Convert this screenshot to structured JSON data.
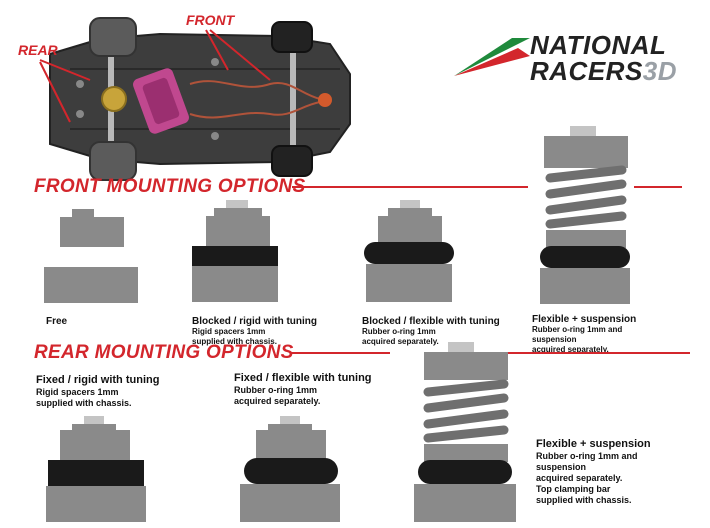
{
  "labels": {
    "front": "FRONT",
    "rear": "REAR"
  },
  "logo": {
    "line1": "NATIONAL",
    "line2_main": "RACERS",
    "line2_suffix": "3D",
    "colors": {
      "green": "#1f8a3c",
      "red": "#d3262c",
      "dark": "#222222",
      "gray": "#9aa0a6"
    }
  },
  "front_section": {
    "heading": "FRONT MOUNTING OPTIONS",
    "options": [
      {
        "title": "Free",
        "desc": []
      },
      {
        "title": "Blocked / rigid with tuning",
        "desc": [
          "Rigid spacers 1mm",
          "supplied with chassis."
        ]
      },
      {
        "title": "Blocked / flexible with tuning",
        "desc": [
          "Rubber o-ring 1mm",
          "acquired separately."
        ]
      },
      {
        "title": "Flexible + suspension",
        "desc": [
          "Rubber o-ring 1mm and",
          "suspension",
          "acquired separately."
        ]
      }
    ]
  },
  "rear_section": {
    "heading": "REAR MOUNTING OPTIONS",
    "options": [
      {
        "title": "Fixed / rigid with tuning",
        "desc": [
          "Rigid spacers 1mm",
          "supplied with chassis."
        ]
      },
      {
        "title": "Fixed / flexible with tuning",
        "desc": [
          "Rubber o-ring 1mm",
          "acquired separately."
        ]
      },
      {
        "title": "Flexible + suspension",
        "desc": [
          "Rubber o-ring 1mm and",
          "suspension",
          "acquired separately.",
          "Top clamping bar",
          "supplied with chassis."
        ]
      }
    ]
  },
  "colors": {
    "accent_red": "#d3262c",
    "block_gray": "#8a8a8a",
    "block_dark_gray": "#6f6f6f",
    "light_gray": "#c4c4c4",
    "spacer_black": "#1a1a1a",
    "chassis": "#3a3a3a",
    "motor_pink": "#c0488f"
  }
}
